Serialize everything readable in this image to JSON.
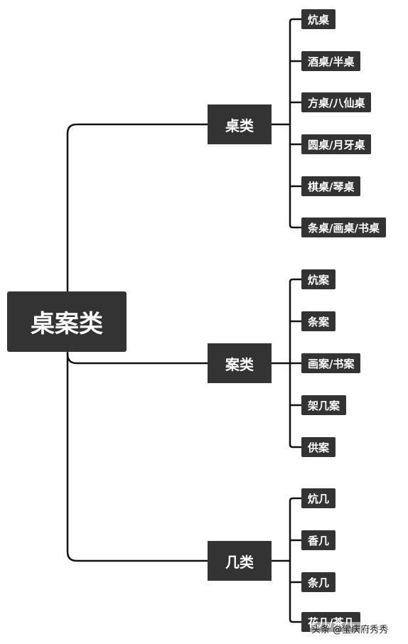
{
  "root": {
    "label": "桌案类"
  },
  "categories": [
    {
      "label": "桌类",
      "items": [
        "炕桌",
        "酒桌/半桌",
        "方桌/八仙桌",
        "圆桌/月牙桌",
        "棋桌/琴桌",
        "条桌/画桌/书桌"
      ]
    },
    {
      "label": "案类",
      "items": [
        "炕案",
        "条案",
        "画案/书案",
        "架几案",
        "供案"
      ]
    },
    {
      "label": "几类",
      "items": [
        "炕几",
        "香几",
        "条几",
        "花几/茶几"
      ]
    }
  ],
  "watermark": {
    "text": "头条 @宝庆府秀秀"
  }
}
